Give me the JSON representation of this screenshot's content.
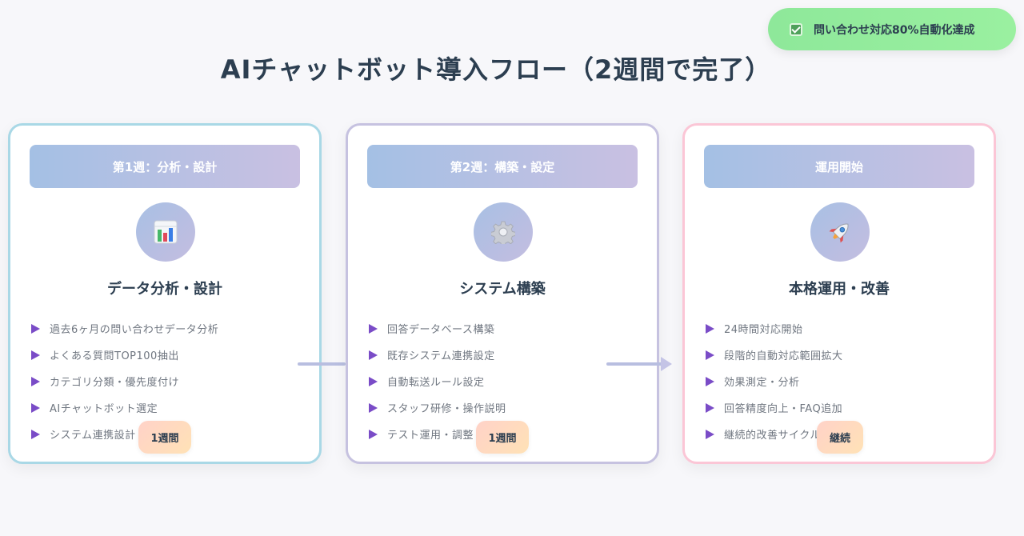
{
  "badge": {
    "text": "問い合わせ対応80%自動化達成",
    "icon": "check-icon"
  },
  "title": "AIチャットボット導入フロー（2週間で完了）",
  "colors": {
    "accent_purple": "#7a4cc7",
    "badge_green": "#8ee89a",
    "card1_border": "#a9d8e6",
    "card2_border": "#c6c2e0",
    "card3_border": "#fbc6d6"
  },
  "cards": [
    {
      "header": "第1週：分析・設計",
      "icon": "bar-chart-icon",
      "title": "データ分析・設計",
      "items": [
        "過去6ヶ月の問い合わせデータ分析",
        "よくある質問TOP100抽出",
        "カテゴリ分類・優先度付け",
        "AIチャットボット選定",
        "システム連携設計"
      ],
      "duration": "1週間"
    },
    {
      "header": "第2週：構築・設定",
      "icon": "gear-icon",
      "title": "システム構築",
      "items": [
        "回答データベース構築",
        "既存システム連携設定",
        "自動転送ルール設定",
        "スタッフ研修・操作説明",
        "テスト運用・調整"
      ],
      "duration": "1週間"
    },
    {
      "header": "運用開始",
      "icon": "rocket-icon",
      "title": "本格運用・改善",
      "items": [
        "24時間対応開始",
        "段階的自動対応範囲拡大",
        "効果測定・分析",
        "回答精度向上・FAQ追加",
        "継続的改善サイクル"
      ],
      "duration": "継続"
    }
  ]
}
